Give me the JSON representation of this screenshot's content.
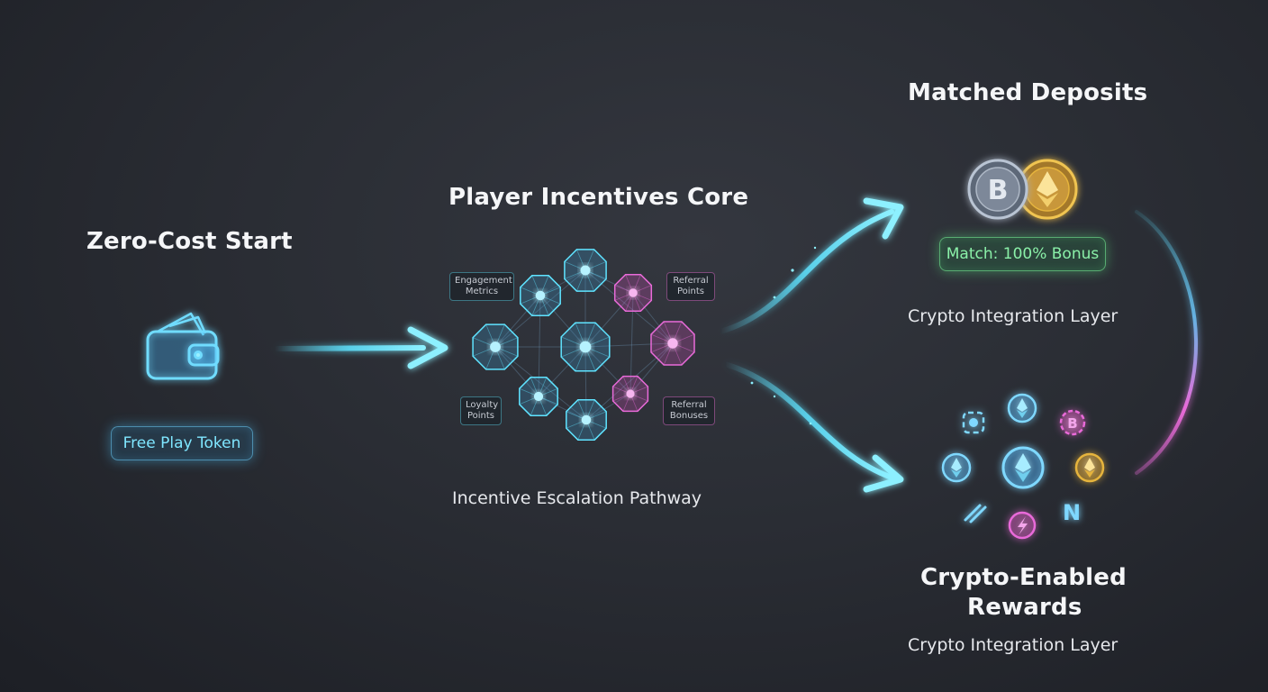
{
  "start": {
    "title": "Zero-Cost Start",
    "token_label": "Free Play Token",
    "icon": "wallet-icon"
  },
  "core": {
    "title": "Player Incentives Core",
    "caption": "Incentive Escalation Pathway",
    "tags": {
      "engagement": "Engagement Metrics",
      "referral_points": "Referral Points",
      "loyalty": "Loyalty Points",
      "referral_bonuses": "Referral Bonuses"
    }
  },
  "deposits": {
    "title": "Matched Deposits",
    "match_label": "Match: 100% Bonus",
    "caption": "Crypto Integration Layer",
    "icons": [
      "bitcoin-coin-icon",
      "ethereum-coin-icon"
    ]
  },
  "rewards": {
    "title_line1": "Crypto-Enabled",
    "title_line2": "Rewards",
    "caption": "Crypto Integration Layer",
    "icons": [
      "ethereum-icon",
      "bitcoin-icon",
      "ethereum-center-icon",
      "ethereum-gold-icon",
      "near-icon",
      "bolt-icon",
      "slash-icon",
      "ethereum-left-icon",
      "chip-icon"
    ]
  },
  "colors": {
    "cyan": "#5fe3ff",
    "pink": "#e96bd9",
    "green": "#7be89c",
    "gold": "#e6b43c"
  }
}
